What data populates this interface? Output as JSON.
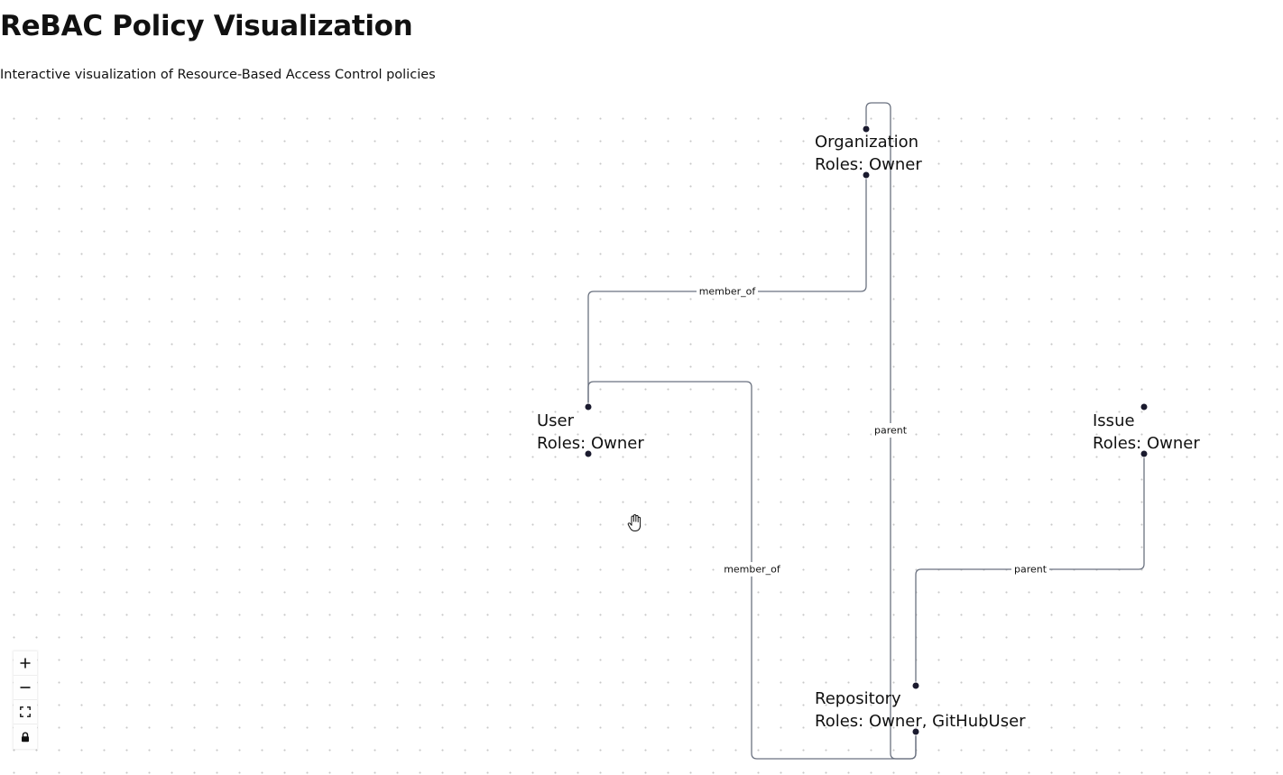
{
  "header": {
    "title": "ReBAC Policy Visualization",
    "subtitle": "Interactive visualization of Resource-Based Access Control policies"
  },
  "graph": {
    "nodes": [
      {
        "id": "organization",
        "title": "Organization",
        "roles": "Roles: Owner"
      },
      {
        "id": "user",
        "title": "User",
        "roles": "Roles: Owner"
      },
      {
        "id": "issue",
        "title": "Issue",
        "roles": "Roles: Owner"
      },
      {
        "id": "repository",
        "title": "Repository",
        "roles": "Roles: Owner, GitHubUser"
      }
    ],
    "edges": [
      {
        "from": "user",
        "to": "organization",
        "label": "member_of"
      },
      {
        "from": "user",
        "to": "repository",
        "label": "member_of"
      },
      {
        "from": "repository",
        "to": "organization",
        "label": "parent"
      },
      {
        "from": "issue",
        "to": "repository",
        "label": "parent"
      }
    ],
    "edge_color": "#6b7280",
    "handle_color": "#1a1a2e"
  },
  "controls": [
    {
      "action": "zoom-in",
      "icon": "plus-icon"
    },
    {
      "action": "zoom-out",
      "icon": "minus-icon"
    },
    {
      "action": "fit-view",
      "icon": "fit-view-icon"
    },
    {
      "action": "toggle-interactivity",
      "icon": "lock-icon"
    }
  ]
}
